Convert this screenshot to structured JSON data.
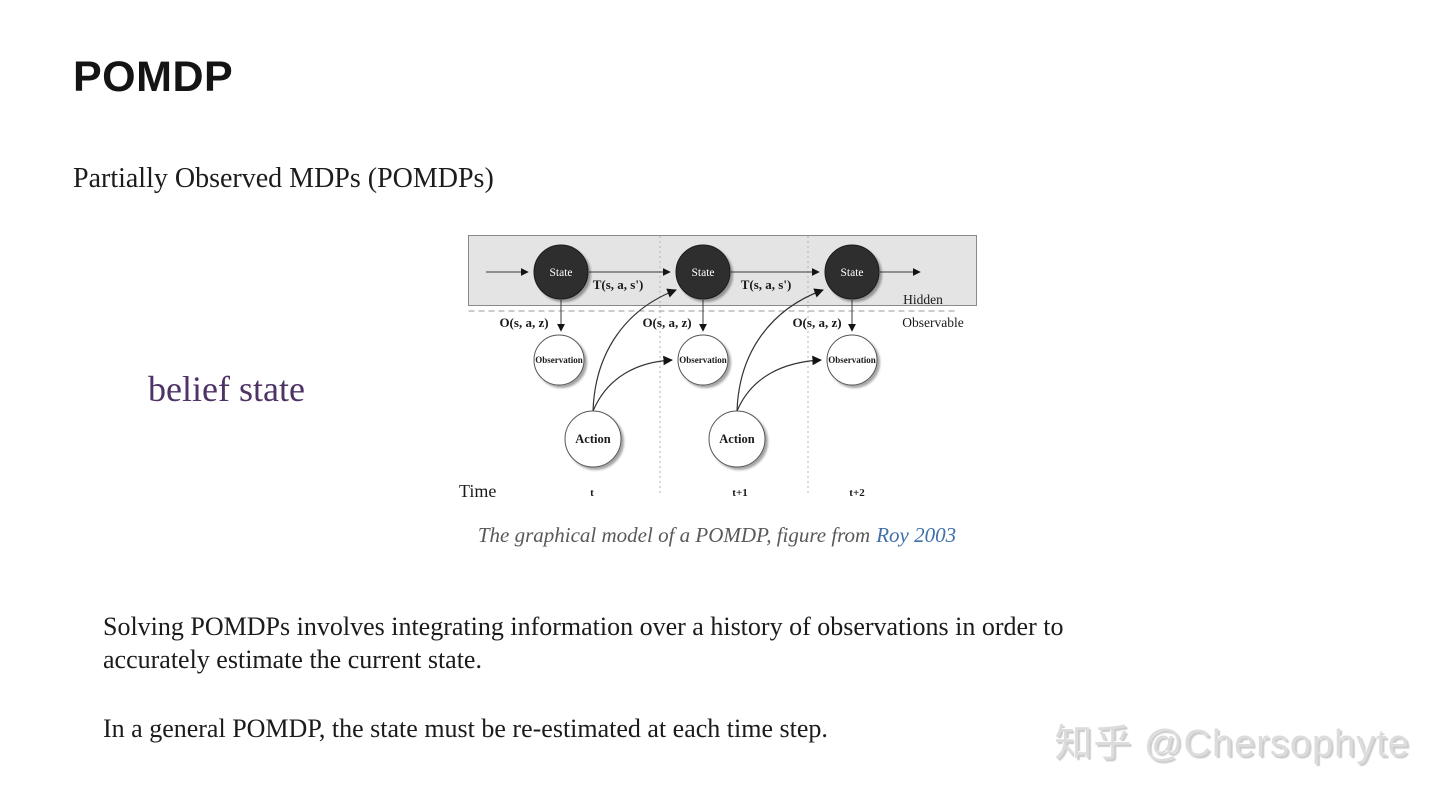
{
  "slide": {
    "title": "POMDP",
    "subtitle": "Partially Observed MDPs (POMDPs)",
    "belief_state_label": "belief state",
    "figure_caption": {
      "text": "The graphical model of a POMDP, figure from",
      "link_text": "Roy 2003"
    },
    "paragraphs": {
      "p1": "Solving POMDPs involves integrating information over a history of observations in order to accurately estimate the current state.",
      "p2": "In a general POMDP, the state must be re-estimated at each time step."
    },
    "watermark": "知乎 @Chersophyte"
  },
  "diagram": {
    "node_labels": {
      "state": "State",
      "observation": "Observation",
      "action": "Action"
    },
    "edge_labels": {
      "transition": "T(s, a, s')",
      "observation_fn": "O(s, a, z)"
    },
    "band_labels": {
      "hidden": "Hidden",
      "observable": "Observable"
    },
    "time_axis": {
      "label": "Time",
      "steps": [
        "t",
        "t+1",
        "t+2"
      ]
    },
    "colors": {
      "state_fill": "#2e2e2e",
      "hidden_band_fill": "#e4e4e4",
      "node_fill": "#ffffff"
    }
  },
  "colors": {
    "title_text": "#141414",
    "body_text": "#1b1b1b",
    "belief_state_text": "#4e3366",
    "caption_text": "#595959",
    "caption_link": "#3f6fa8",
    "watermark_text": "#dcdcdc"
  }
}
